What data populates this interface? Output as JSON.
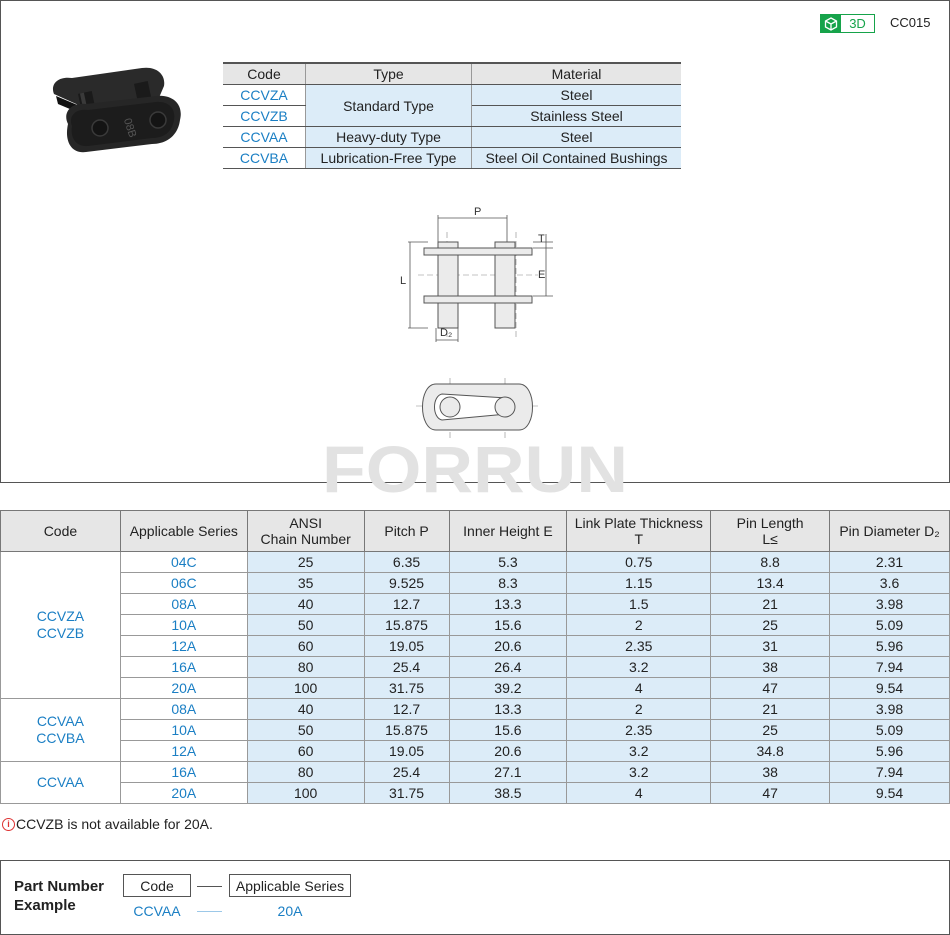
{
  "header": {
    "badge_3d": "3D",
    "product_code": "CC015"
  },
  "type_table": {
    "headers": [
      "Code",
      "Type",
      "Material"
    ],
    "rows": [
      {
        "code": "CCVZA",
        "type": "Standard Type",
        "material": "Steel"
      },
      {
        "code": "CCVZB",
        "type": "",
        "material": "Stainless Steel"
      },
      {
        "code": "CCVAA",
        "type": "Heavy-duty Type",
        "material": "Steel"
      },
      {
        "code": "CCVBA",
        "type": "Lubrication-Free Type",
        "material": "Steel Oil Contained Bushings"
      }
    ]
  },
  "product_image": {
    "plate_marking": "08B"
  },
  "diagram": {
    "labels": {
      "p": "P",
      "t": "T",
      "e": "E",
      "l": "L",
      "d2": "D₂"
    }
  },
  "watermark": "FORRUN",
  "spec_table": {
    "headers": [
      "Code",
      "Applicable Series",
      "ANSI\nChain Number",
      "Pitch P",
      "Inner Height E",
      "Link Plate Thickness\nT",
      "Pin Length\nL≤",
      "Pin Diameter D₂"
    ],
    "groups": [
      {
        "codes": "CCVZA\nCCVZB",
        "rows": [
          [
            "04C",
            "25",
            "6.35",
            "5.3",
            "0.75",
            "8.8",
            "2.31"
          ],
          [
            "06C",
            "35",
            "9.525",
            "8.3",
            "1.15",
            "13.4",
            "3.6"
          ],
          [
            "08A",
            "40",
            "12.7",
            "13.3",
            "1.5",
            "21",
            "3.98"
          ],
          [
            "10A",
            "50",
            "15.875",
            "15.6",
            "2",
            "25",
            "5.09"
          ],
          [
            "12A",
            "60",
            "19.05",
            "20.6",
            "2.35",
            "31",
            "5.96"
          ],
          [
            "16A",
            "80",
            "25.4",
            "26.4",
            "3.2",
            "38",
            "7.94"
          ],
          [
            "20A",
            "100",
            "31.75",
            "39.2",
            "4",
            "47",
            "9.54"
          ]
        ]
      },
      {
        "codes": "CCVAA\nCCVBA",
        "rows": [
          [
            "08A",
            "40",
            "12.7",
            "13.3",
            "2",
            "21",
            "3.98"
          ],
          [
            "10A",
            "50",
            "15.875",
            "15.6",
            "2.35",
            "25",
            "5.09"
          ],
          [
            "12A",
            "60",
            "19.05",
            "20.6",
            "3.2",
            "34.8",
            "5.96"
          ]
        ]
      },
      {
        "codes": "CCVAA",
        "rows": [
          [
            "16A",
            "80",
            "25.4",
            "27.1",
            "3.2",
            "38",
            "7.94"
          ],
          [
            "20A",
            "100",
            "31.75",
            "38.5",
            "4",
            "47",
            "9.54"
          ]
        ]
      }
    ]
  },
  "note": "CCVZB is not available for 20A.",
  "part_number": {
    "label_line1": "Part Number",
    "label_line2": "Example",
    "box1": "Code",
    "box2": "Applicable Series",
    "value1": "CCVAA",
    "value2": "20A"
  },
  "colors": {
    "code_blue": "#1b7fc4",
    "cell_blue": "#dcecf8",
    "header_gray": "#e6e6e6",
    "badge_green": "#16a34a"
  }
}
